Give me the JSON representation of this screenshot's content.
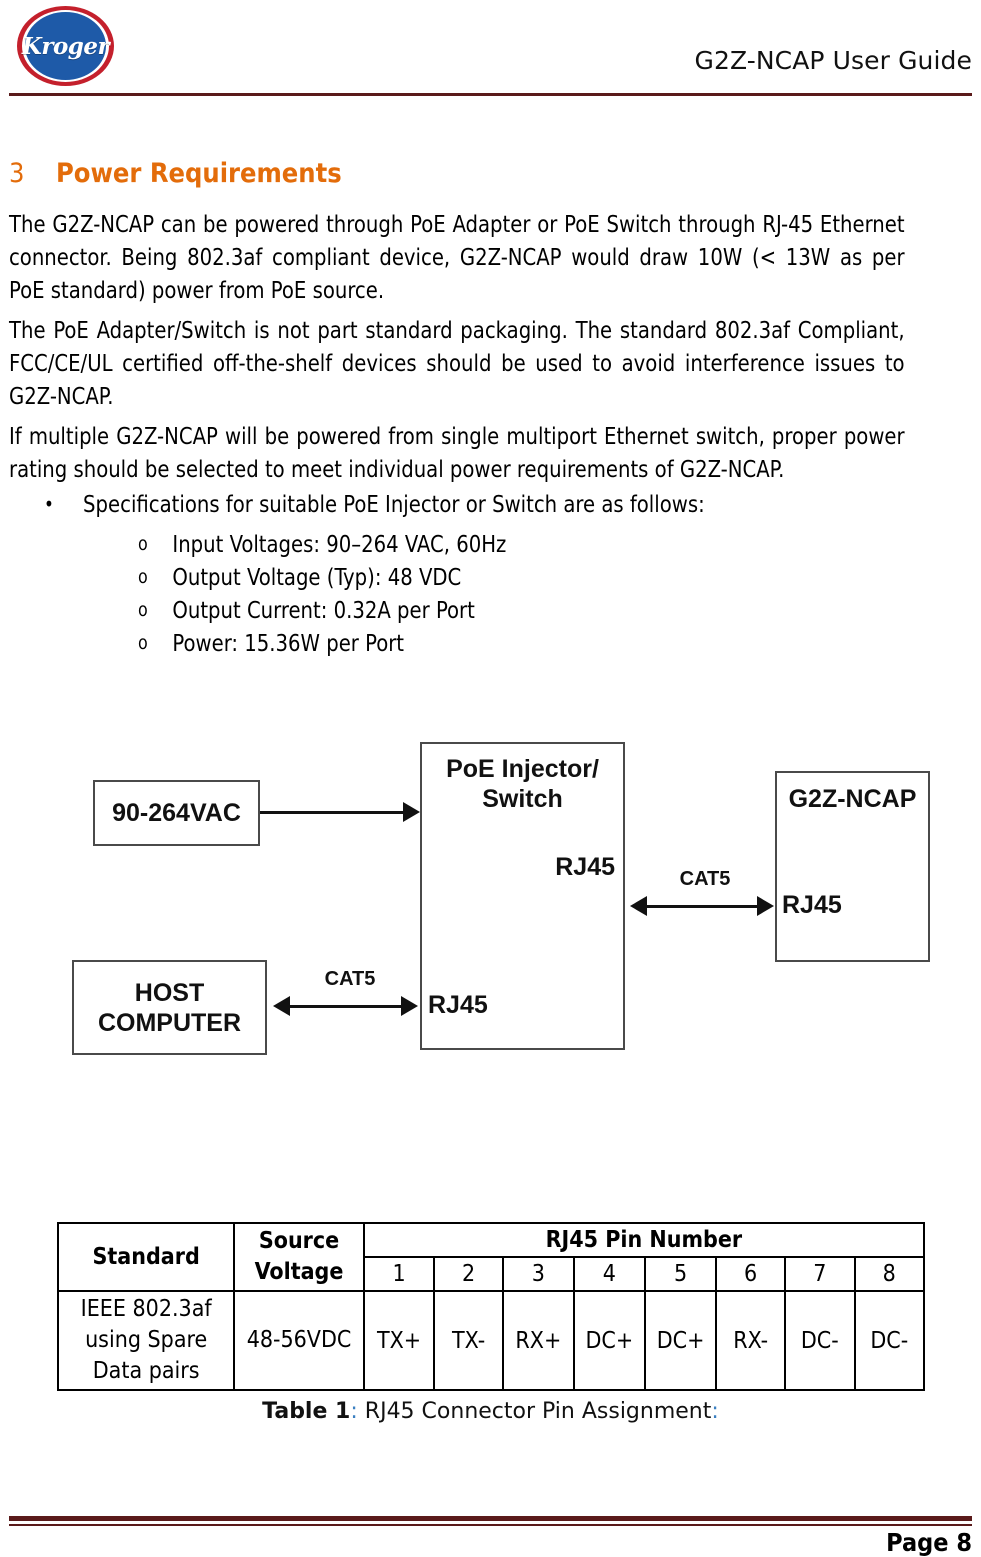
{
  "header": {
    "logo_text": "Kroger",
    "logo_ring_color": "#c4202c",
    "logo_disc_color": "#1e5aa8",
    "title": "G2Z-NCAP User Guide",
    "rule_color": "#5a1a1a"
  },
  "section": {
    "number": "3",
    "heading": "Power Requirements",
    "heading_color": "#E36C0A"
  },
  "paragraphs": [
    "The G2Z-NCAP can be powered through PoE Adapter or PoE Switch through RJ-45 Ethernet connector. Being 802.3af compliant device, G2Z-NCAP would draw 10W (< 13W as per PoE standard) power from PoE source.",
    "The PoE Adapter/Switch is not part standard packaging. The standard 802.3af Compliant, FCC/CE/UL certified off-the-shelf devices should be used to avoid interference issues to G2Z-NCAP.",
    "If multiple G2Z-NCAP will be powered from single multiport Ethernet switch, proper power rating should be selected to meet individual power requirements of G2Z-NCAP."
  ],
  "bullet": {
    "marker": "•",
    "text": "Specifications for suitable PoE Injector or Switch are as follows:"
  },
  "sub_items": [
    {
      "marker": "o",
      "text": "Input Voltages: 90–264 VAC, 60Hz"
    },
    {
      "marker": "o",
      "text": "Output Voltage (Typ): 48 VDC"
    },
    {
      "marker": "o",
      "text": "Output Current: 0.32A per Port"
    },
    {
      "marker": "o",
      "text": "Power: 15.36W per Port"
    }
  ],
  "diagram": {
    "boxes": {
      "vac": "90-264VAC",
      "host": "HOST\nCOMPUTER",
      "poe": "PoE Injector/\nSwitch",
      "ncap": "G2Z-NCAP"
    },
    "ports": {
      "poe_rj45_right": "RJ45",
      "poe_rj45_bottom": "RJ45",
      "ncap_rj45": "RJ45"
    },
    "links": {
      "cat5_host": "CAT5",
      "cat5_ncap": "CAT5"
    }
  },
  "table": {
    "headers": {
      "standard": "Standard",
      "source_voltage": "Source\nVoltage",
      "pin_group": "RJ45 Pin Number"
    },
    "pin_numbers": [
      "1",
      "2",
      "3",
      "4",
      "5",
      "6",
      "7",
      "8"
    ],
    "rows": [
      {
        "standard": "IEEE 802.3af\nusing Spare\nData pairs",
        "source_voltage": "48-56VDC",
        "pins": [
          "TX+",
          "TX-",
          "RX+",
          "DC+",
          "DC+",
          "RX-",
          "DC-",
          "DC-"
        ]
      }
    ]
  },
  "caption": {
    "label": "Table 1",
    "colon1": ":",
    "text": " RJ45 Connector Pin Assignment",
    "colon2": ":"
  },
  "footer": {
    "page": "Page 8",
    "rule_color": "#5a1a1a"
  }
}
